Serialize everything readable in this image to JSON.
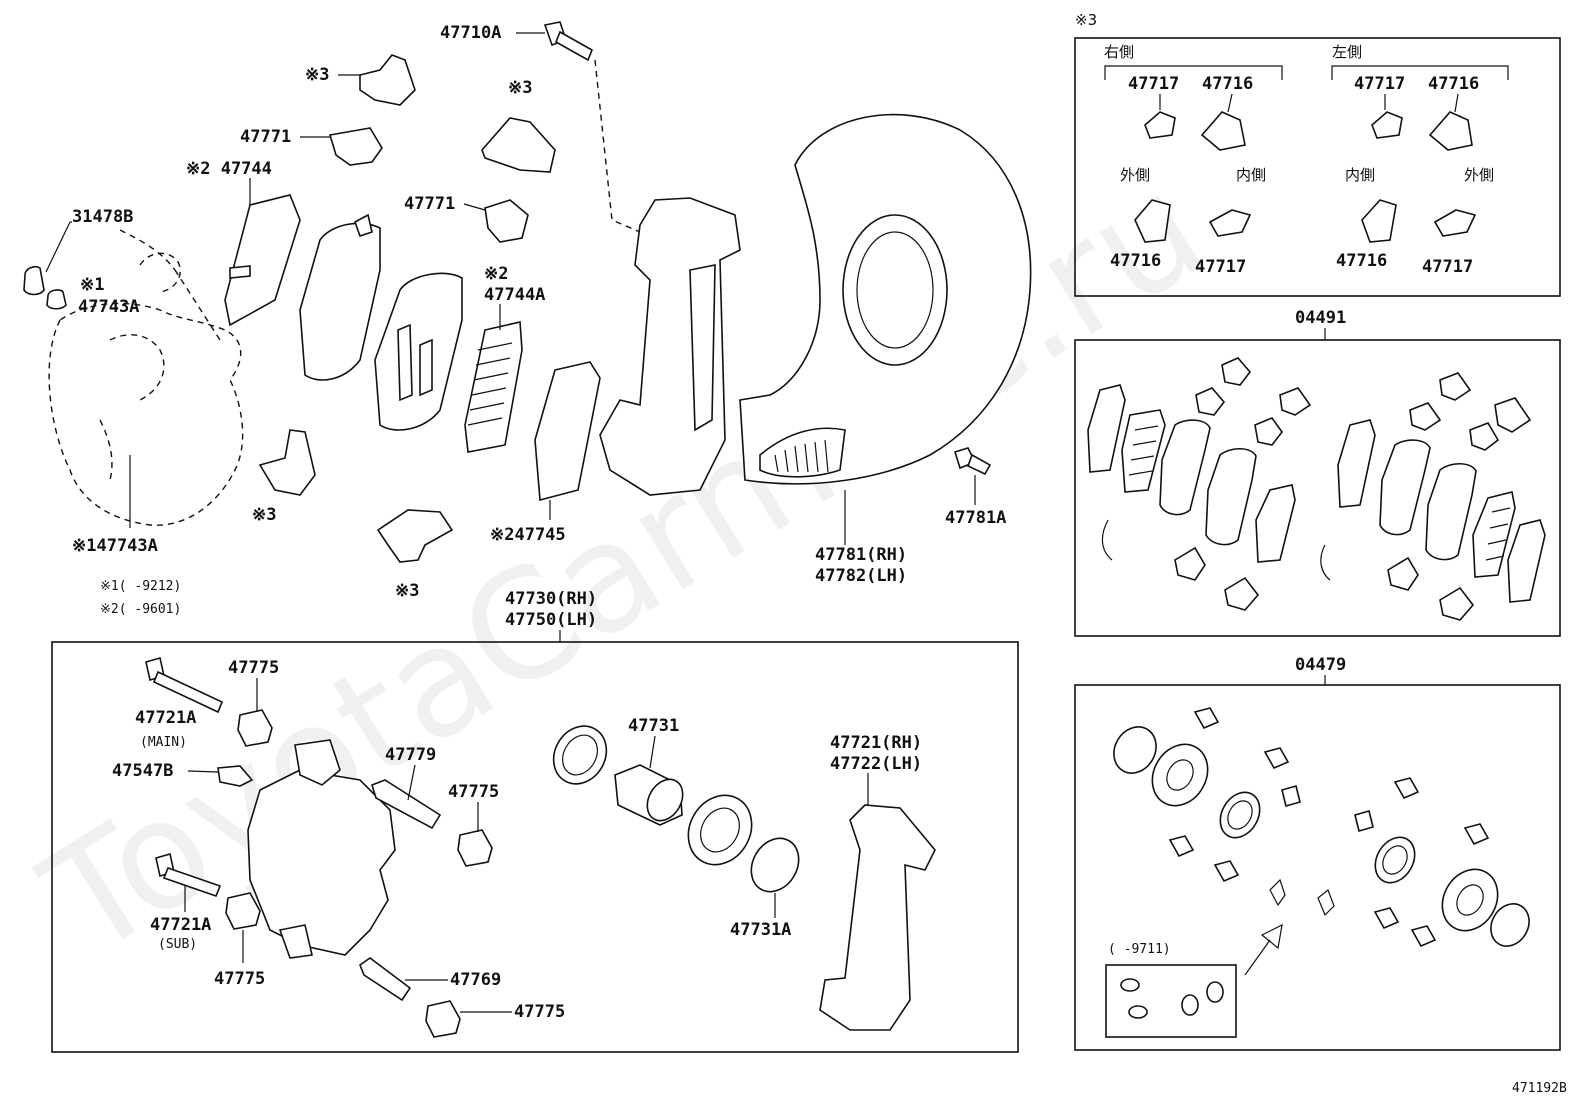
{
  "watermark": "ToyotaCarmine.ru",
  "diagram_id": "471192B",
  "labels": {
    "p47710A": "47710A",
    "p47771a": "47771",
    "p47771b": "47771",
    "p47744": "※2 47744",
    "p31478B": "31478B",
    "p1": "※1",
    "p47743A": "47743A",
    "p47743Ab": "※147743A",
    "p47744A": "47744A",
    "p2a": "※2",
    "p47745": "※247745",
    "p47781A": "47781A",
    "p47781": "47781(RH)",
    "p47782": "47782(LH)",
    "s3a": "※3",
    "s3b": "※3",
    "s3c": "※3",
    "s3d": "※3",
    "note1": "※1(    -9212)",
    "note2": "※2(    -9601)",
    "p47730": "47730(RH)",
    "p47750": "47750(LH)",
    "p47775a": "47775",
    "p47721A": "47721A",
    "main": "(MAIN)",
    "p47547B": "47547B",
    "p47779": "47779",
    "p47775b": "47775",
    "p47721Ab": "47721A",
    "sub": "(SUB)",
    "p47775c": "47775",
    "p47769": "47769",
    "p47775d": "47775",
    "p47731": "47731",
    "p47731A": "47731A",
    "p47721": "47721(RH)",
    "p47722": "47722(LH)",
    "kit3": "※3",
    "right": "右側",
    "left": "左側",
    "r47717": "47717",
    "r47716": "47716",
    "l47717": "47717",
    "l47716": "47716",
    "outer1": "外側",
    "inner1": "内側",
    "inner2": "内側",
    "outer2": "外側",
    "b47716a": "47716",
    "b47717a": "47717",
    "b47716b": "47716",
    "b47717b": "47717",
    "k04491": "04491",
    "k04479": "04479",
    "note9711": "(     -9711)"
  }
}
